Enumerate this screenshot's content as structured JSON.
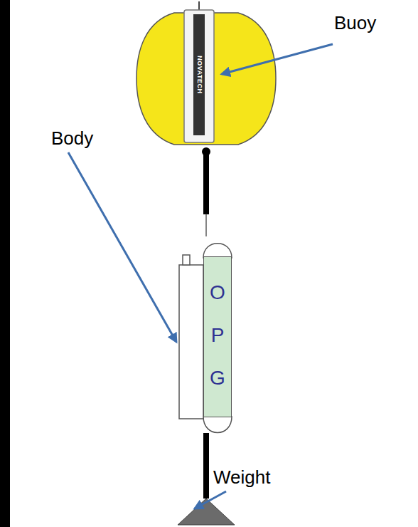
{
  "diagram": {
    "nodes": [
      {
        "text": [
          "O P G"
        ]
      }
    ],
    "labels": [
      "Buoy",
      "NOVATECH",
      "Body",
      "Weight"
    ]
  }
}
